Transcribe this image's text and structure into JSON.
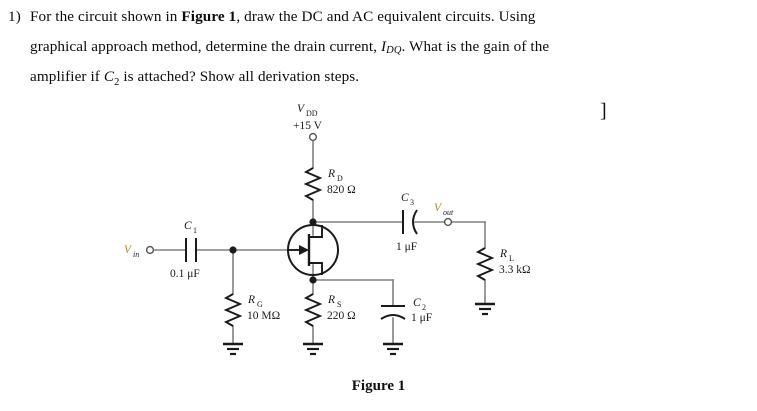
{
  "question": {
    "number": "1)",
    "line1_pre": "For the circuit shown in ",
    "line1_bold": "Figure 1",
    "line1_post": ", draw the DC and AC equivalent circuits. Using",
    "line2_pre": "graphical approach method, determine the drain current, ",
    "line2_symbol": "I",
    "line2_symbol_sub": "DQ",
    "line2_post": ". What is the gain of the",
    "line3_pre": "amplifier if ",
    "line3_symbol": "C",
    "line3_symbol_sub": "2",
    "line3_post": " is attached? Show all derivation steps."
  },
  "stray_bracket": "]",
  "figure": {
    "caption": "Figure 1",
    "supply": {
      "name": "V",
      "name_sub": "DD",
      "value": "+15 V"
    },
    "nodes": {
      "input": {
        "label": "V",
        "label_sub": "in"
      },
      "output": {
        "label": "V",
        "label_sub": "out"
      }
    },
    "components": [
      {
        "id": "C1",
        "name": "C",
        "name_sub": "1",
        "value": "0.1 μF",
        "type": "capacitor-nonpolarized"
      },
      {
        "id": "C2",
        "name": "C",
        "name_sub": "2",
        "value": "1 μF",
        "type": "capacitor-polarized"
      },
      {
        "id": "C3",
        "name": "C",
        "name_sub": "3",
        "value": "1 μF",
        "type": "capacitor-polarized"
      },
      {
        "id": "RD",
        "name": "R",
        "name_sub": "D",
        "value": "820 Ω",
        "type": "resistor"
      },
      {
        "id": "RG",
        "name": "R",
        "name_sub": "G",
        "value": "10 MΩ",
        "type": "resistor"
      },
      {
        "id": "RS",
        "name": "R",
        "name_sub": "S",
        "value": "220 Ω",
        "type": "resistor"
      },
      {
        "id": "RL",
        "name": "R",
        "name_sub": "L",
        "value": "3.3 kΩ",
        "type": "resistor"
      }
    ],
    "transistor": {
      "type": "n-channel-jfet"
    },
    "colors": {
      "wire": "#808080",
      "symbol": "#1a1a1a",
      "node_label": "#b08b25",
      "text": "#111111"
    }
  }
}
